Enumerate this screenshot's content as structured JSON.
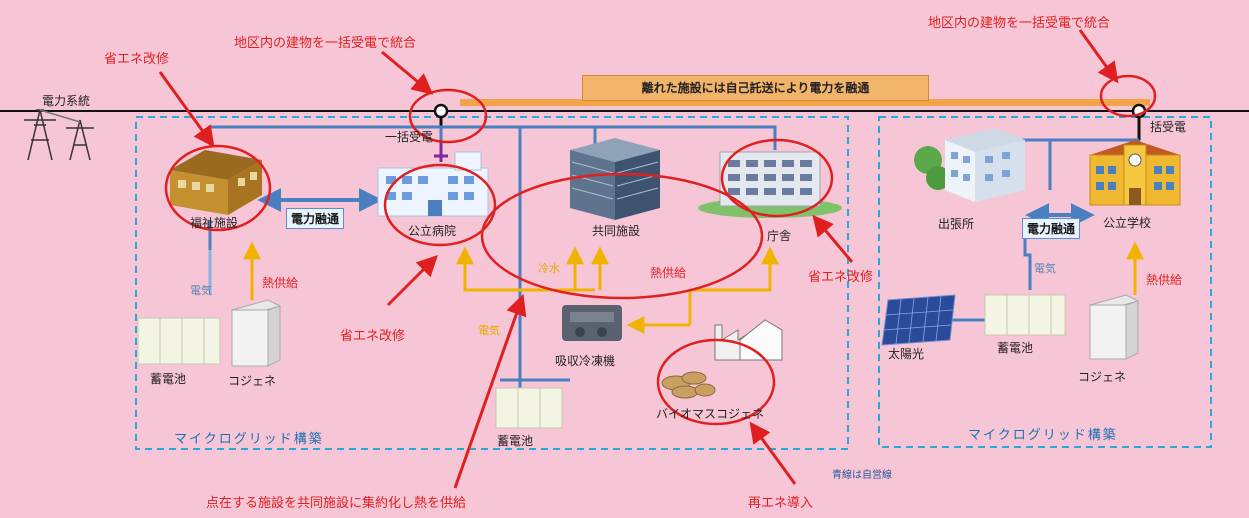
{
  "annotations": {
    "integrate_left": "地区内の建物を一括受電で統合",
    "integrate_right": "地区内の建物を一括受電で統合",
    "retrofit_welfare": "省エネ改修",
    "retrofit_hospital": "省エネ改修",
    "retrofit_office": "省エネ改修",
    "consolidate_heat": "点在する施設を共同施設に集約化し熱を供給",
    "renewable": "再エネ導入"
  },
  "banner": "離れた施設には自己託送により電力を融通",
  "labels": {
    "grid": "電力系統",
    "bulk_left": "一括受電",
    "bulk_right": "括受電",
    "welfare": "福祉施設",
    "power_share_left": "電力融通",
    "hospital": "公立病院",
    "shared": "共同施設",
    "office": "庁舎",
    "branch": "出張所",
    "power_share_right": "電力融通",
    "school": "公立学校",
    "battery_left": "蓄電池",
    "cogen_left": "コジェネ",
    "absorption": "吸収冷凍機",
    "biomass": "バイオマスコジェネ",
    "battery_mid": "蓄電池",
    "solar": "太陽光",
    "battery_right": "蓄電池",
    "cogen_right": "コジェネ",
    "microgrid_left": "マイクログリッド構築",
    "microgrid_right": "マイクログリッド構築",
    "self_line": "青線は自営線"
  },
  "flows": {
    "heat_left": "熱供給",
    "elec_left": "電気",
    "heat_mid": "熱供給",
    "cold_mid": "冷水",
    "elec_mid": "電気",
    "heat_right": "熱供給",
    "elec_right": "電気"
  },
  "colors": {
    "background": "#f7c6d6",
    "annotation": "#e02020",
    "self_line": "#4a7fc1",
    "heat_flow": "#f0b400",
    "boundary": "#2aa8d8",
    "banner": "#f2b46a"
  }
}
